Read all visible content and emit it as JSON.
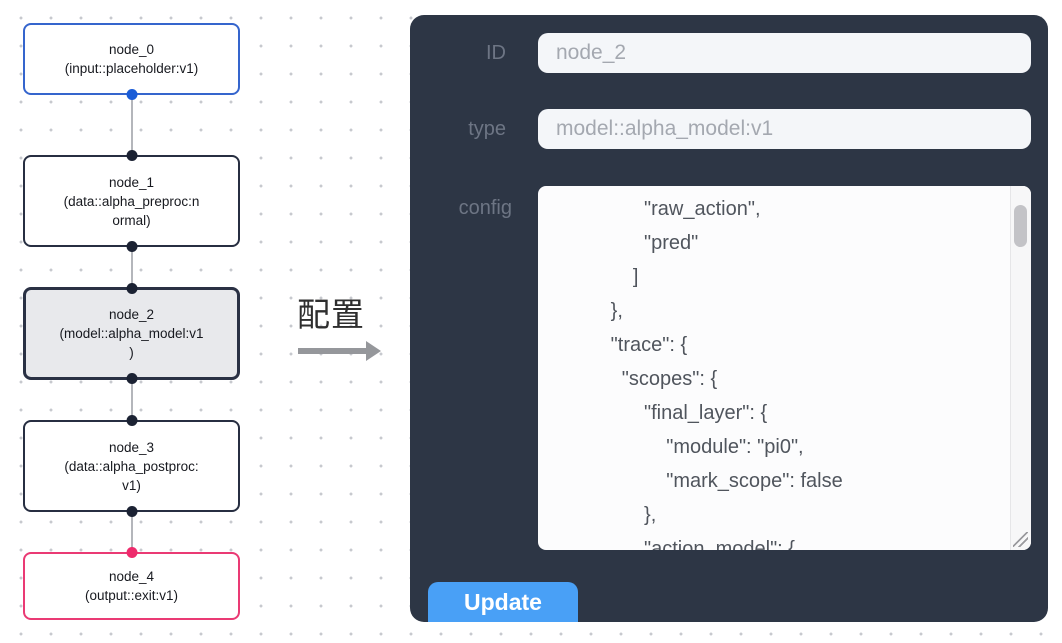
{
  "canvas": {
    "nodes": [
      {
        "id": "node_0",
        "type": "input::placeholder:v1",
        "role": "input",
        "selected": false,
        "lines": [
          "node_0",
          "(input::placeholder:v1)"
        ]
      },
      {
        "id": "node_1",
        "type": "data::alpha_preproc:normal",
        "role": "process",
        "selected": false,
        "lines": [
          "node_1",
          "(data::alpha_preproc:n",
          "ormal)"
        ]
      },
      {
        "id": "node_2",
        "type": "model::alpha_model:v1",
        "role": "process",
        "selected": true,
        "lines": [
          "node_2",
          "(model::alpha_model:v1",
          ")"
        ]
      },
      {
        "id": "node_3",
        "type": "data::alpha_postproc:v1",
        "role": "process",
        "selected": false,
        "lines": [
          "node_3",
          "(data::alpha_postproc:",
          "v1)"
        ]
      },
      {
        "id": "node_4",
        "type": "output::exit:v1",
        "role": "output",
        "selected": false,
        "lines": [
          "node_4",
          "(output::exit:v1)"
        ]
      }
    ]
  },
  "annotation": {
    "label": "配置"
  },
  "panel": {
    "fields": [
      {
        "label": "ID",
        "value": "node_2"
      },
      {
        "label": "type",
        "value": "model::alpha_model:v1"
      }
    ],
    "config_label": "config",
    "config_text": "                  \"raw_action\",\n                  \"pred\"\n                ]\n            },\n            \"trace\": {\n              \"scopes\": {\n                  \"final_layer\": {\n                      \"module\": \"pi0\",\n                      \"mark_scope\": false\n                  },\n                  \"action_model\": {",
    "update_label": "Update"
  },
  "colors": {
    "input_node_border": "#3565cd",
    "input_port": "#1a5cd7",
    "process_node_border": "#272e41",
    "process_port": "#1b2233",
    "output_node_border": "#ea3a74",
    "output_port": "#ee2b6c",
    "selected_node_bg": "#e8e9ec",
    "panel_bg": "#2d3645",
    "update_button": "#49a0f6",
    "edge": "#b4b6bb"
  }
}
